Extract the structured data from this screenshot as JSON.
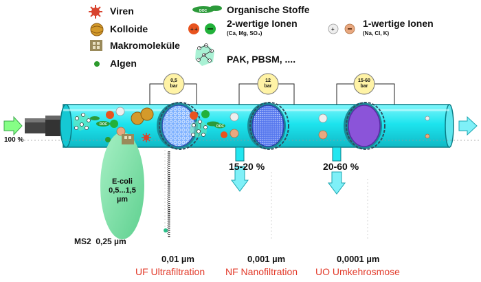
{
  "legend": {
    "viren": "Viren",
    "kolloide": "Kolloide",
    "makromolekuele": "Makromoleküle",
    "algen": "Algen",
    "organische_stoffe": "Organische Stoffe",
    "zweiwertige_ionen": "2-wertige Ionen",
    "zweiwertige_ionen_sub": "(Ca, Mg, SO₄)",
    "einwertige_ionen": "1-wertige Ionen",
    "einwertige_ionen_sub": "(Na, Cl, K)",
    "pak": "PAK, PBSM, ....",
    "doc": "DOC"
  },
  "inflow_label": "100 %",
  "pressures": [
    "0,5 bar",
    "12 bar",
    "15-60 bar"
  ],
  "pressure_values": [
    "0,5",
    "12",
    "15-60"
  ],
  "pressure_unit": "bar",
  "recovery": {
    "nf": "15-20 %",
    "uo": "20-60 %"
  },
  "ecoli": {
    "line1": "E-coli",
    "line2": "0,5...1,5",
    "line3": "µm"
  },
  "ms2": "MS2  0,25 µm",
  "filters": [
    {
      "size": "0,01 µm",
      "name": "UF Ultrafiltration"
    },
    {
      "size": "0,001 µm",
      "name": "NF Nanofiltration"
    },
    {
      "size": "0,0001 µm",
      "name": "UO Umkehrosmose"
    }
  ],
  "colors": {
    "pipe": "#22e6f0",
    "pipe_stroke": "#0a7c86",
    "arrow": "#7ff0f8",
    "inflow_arrow": "#86ff86",
    "uf_membrane": "#6a9cff",
    "nf_membrane": "#4f6fe6",
    "uo_membrane": "#8b54d9",
    "ecoli": "#7fe0a3",
    "process_text": "#e23a2a"
  }
}
